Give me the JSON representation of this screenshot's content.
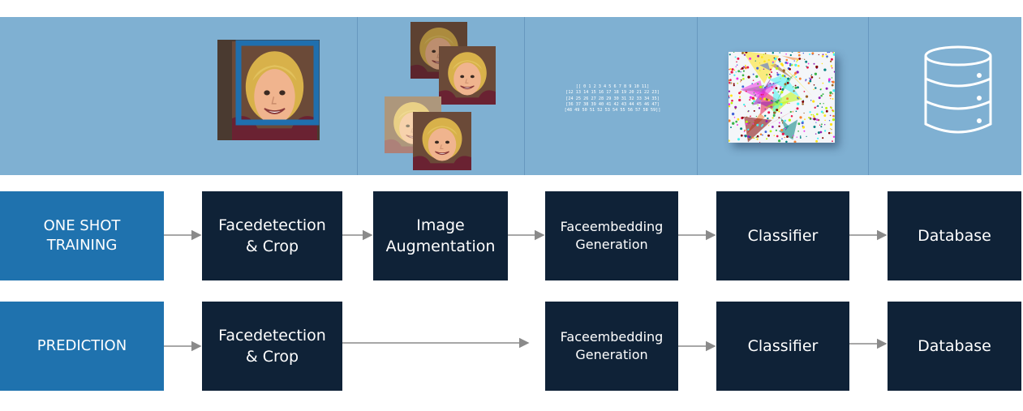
{
  "illustration": {
    "matrix_lines": [
      "[[ 0 1 2 3 4 5 6 7 8 9 10 11]",
      "[12 13 14 15 16 17 18 19 20 21 22 23]",
      "[24 25 26 27 28 29 30 31 32 33 34 35]",
      "[36 37 38 39 40 41 42 43 44 45 46 47]",
      "[48 49 50 51 52 53 54 55 56 57 58 59]]"
    ],
    "icons": [
      "face-photo",
      "bounding-box",
      "augmented-faces",
      "embedding-scatter",
      "database-icon"
    ],
    "colors": {
      "band": "#7fb0d2",
      "bbox": "#1f6fae"
    }
  },
  "rows": {
    "training": {
      "label": "ONE SHOT\nTRAINING",
      "steps": [
        "Facedetection\n& Crop",
        "Image\nAugmentation",
        "Faceembedding\nGeneration",
        "Classifier",
        "Database"
      ]
    },
    "prediction": {
      "label": "PREDICTION",
      "steps": [
        "Facedetection\n& Crop",
        "Faceembedding\nGeneration",
        "Classifier",
        "Database"
      ]
    }
  },
  "colors": {
    "row_label": "#1f72ae",
    "step": "#0f2237",
    "arrow": "#8a8a8a"
  }
}
